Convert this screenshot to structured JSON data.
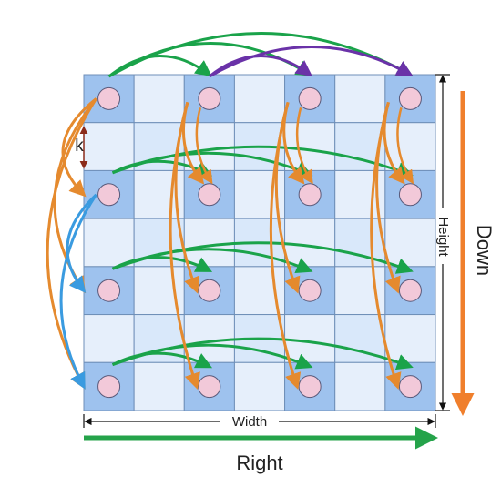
{
  "labels": {
    "k": "k",
    "height": "Height",
    "width": "Width",
    "down": "Down",
    "right": "Right"
  },
  "grid": {
    "rows": 7,
    "cols": 7,
    "node_every": 2
  },
  "colors": {
    "cell_fill": "#d9e8fa",
    "cell_fill_alt": "#e6effb",
    "node_cell_fill": "#9ec2ee",
    "node_circle": "#f2c9d9",
    "grid_stroke": "#6f8fb8",
    "green": "#1aa34a",
    "orange": "#e58a2e",
    "purple": "#6a32a8",
    "blue": "#3a9be0",
    "k_arrow": "#8b2b1a",
    "down_arrow": "#f07f2c",
    "right_arrow": "#25a34a"
  }
}
